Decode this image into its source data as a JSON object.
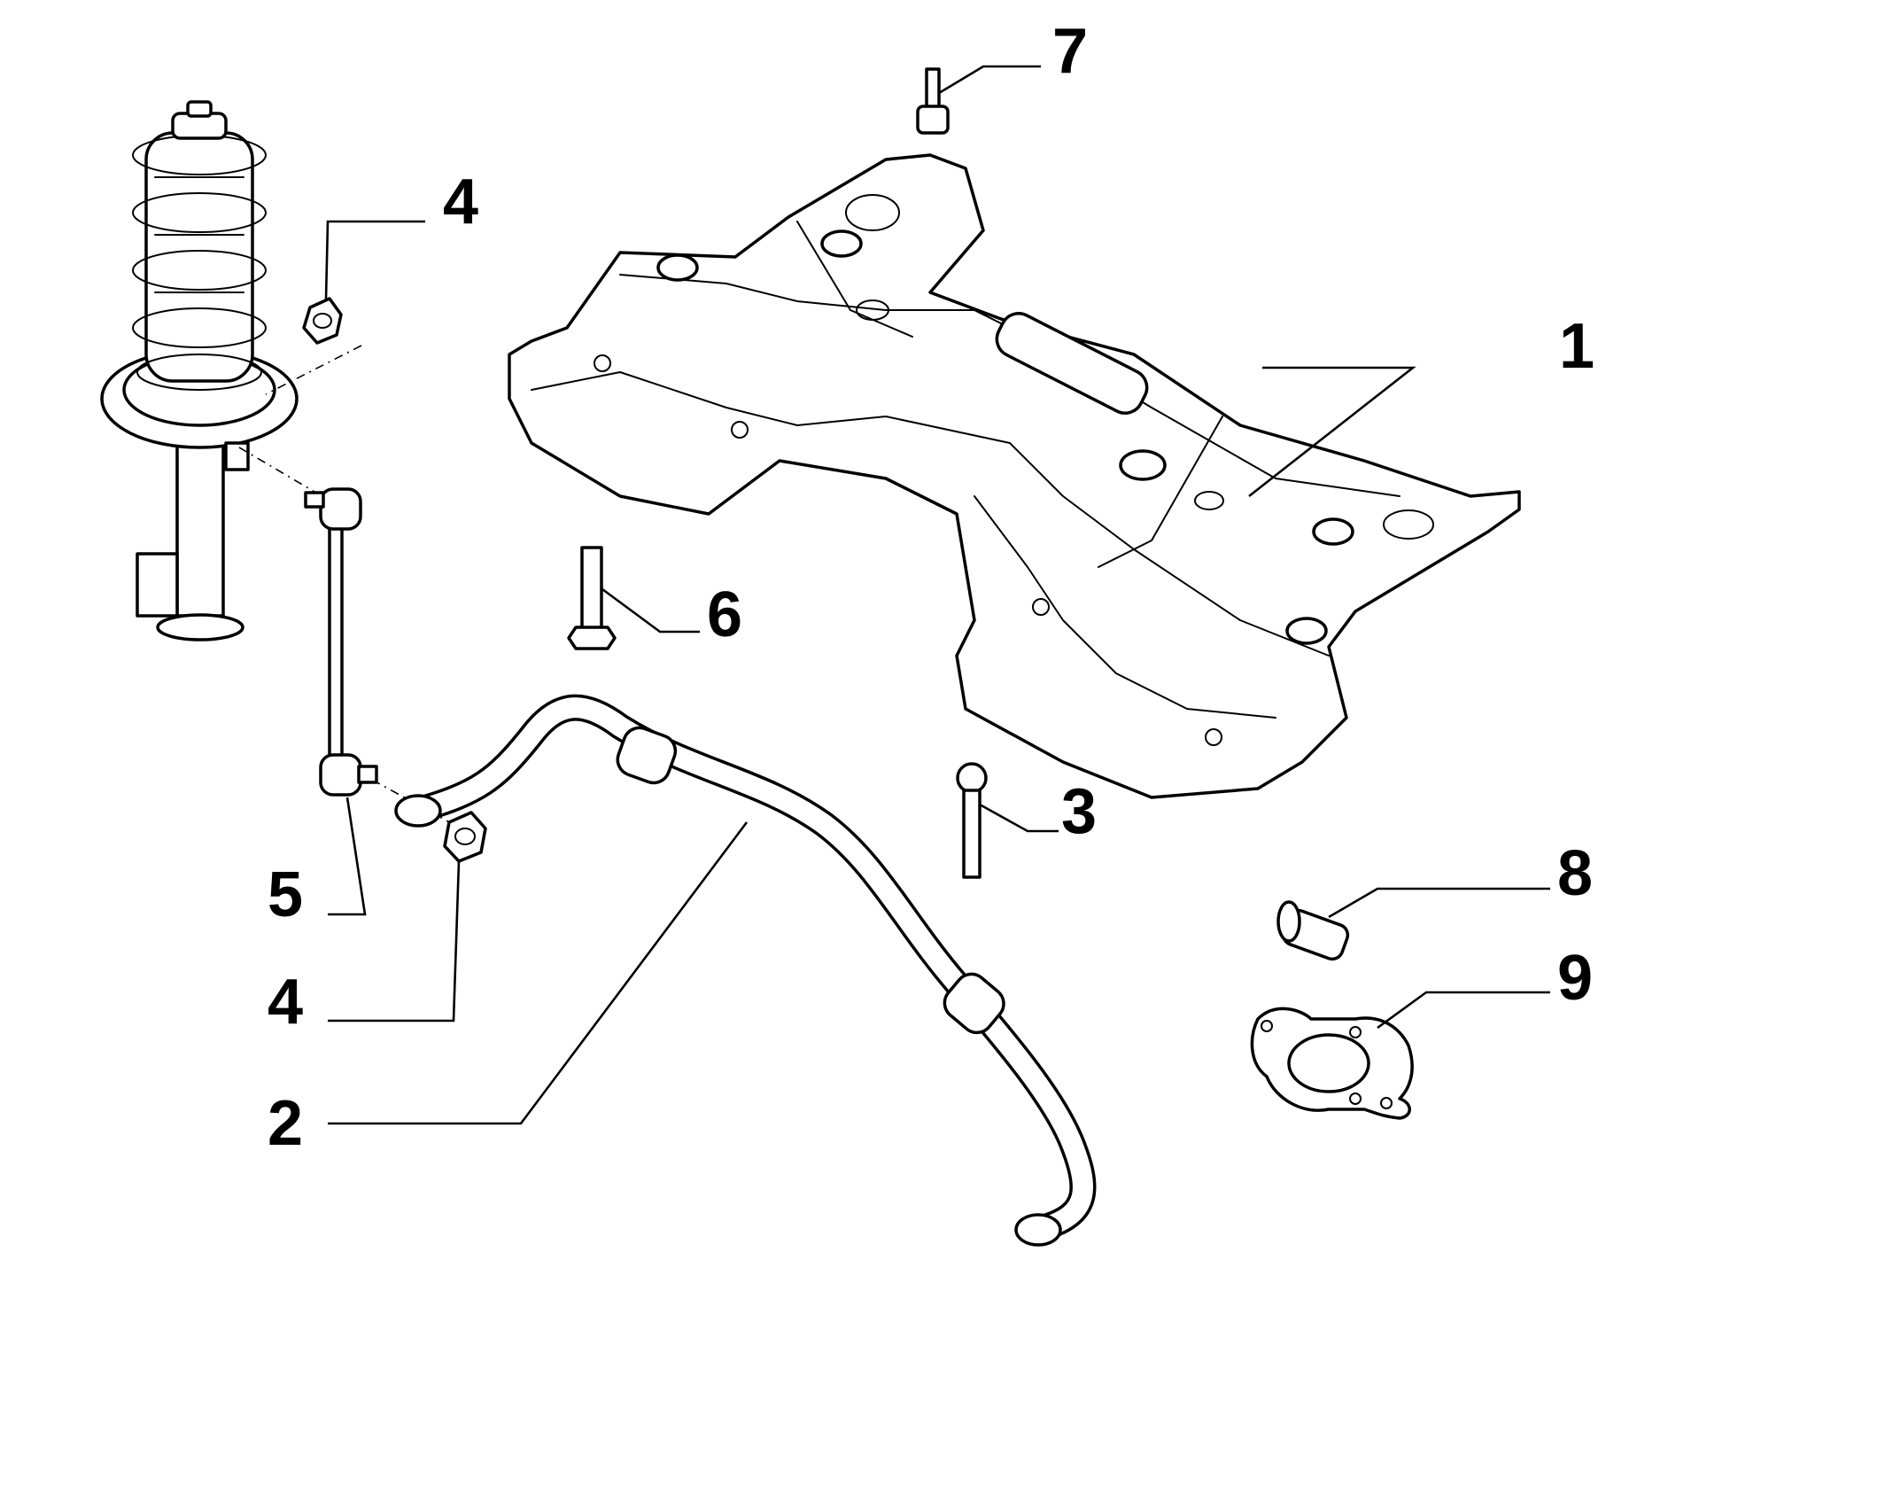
{
  "callouts": {
    "crossmember": "1",
    "stabilizer_bar": "2",
    "bolt_3": "3",
    "nut_upper": "4",
    "link": "5",
    "nut_lower": "4",
    "bolt_6": "6",
    "bolt_7": "7",
    "plug": "8",
    "gasket": "9"
  },
  "colors": {
    "line": "#000000",
    "background": "#ffffff"
  }
}
